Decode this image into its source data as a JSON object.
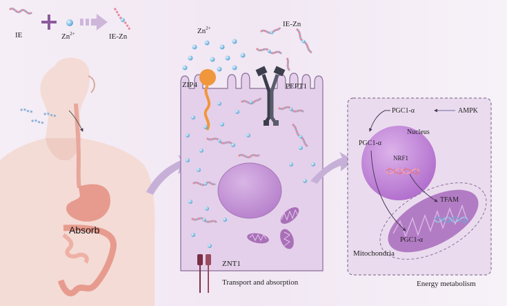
{
  "legend": {
    "ie_label": "IE",
    "zn_label": "Zn",
    "zn_charge": "2+",
    "iezn_label": "IE-Zn"
  },
  "human": {
    "absorb_label": "Absorb"
  },
  "cell": {
    "zn_label": "Zn",
    "zn_charge": "2+",
    "iezn_label": "IE-Zn",
    "zip4_label": "ZIP4",
    "pept1_label": "PEPT1",
    "znt1_label": "ZNT1",
    "caption": "Transport and absorption"
  },
  "energy": {
    "pgc1a_top": "PGC1-α",
    "ampk": "AMPK",
    "nucleus": "Nucleus",
    "pgc1a_nucleus": "PGC1-α",
    "nrf1": "NRF1",
    "tfam": "TFAM",
    "pgc1a_mito": "PGC1-α",
    "mitochondria": "Mitochondria",
    "caption": "Energy metabolism"
  },
  "colors": {
    "bg_left": "#efe4f1",
    "cell_fill": "#e4d0ea",
    "cell_stroke": "#8a6c98",
    "nucleus": "#c89ad8",
    "arrow": "#c7b0d8",
    "zn_ion": "#7fc0e4",
    "ie_pink": "#e48a9a",
    "ie_blue": "#8fb0d8",
    "zip4": "#f0963c",
    "pept1": "#3c3e4c",
    "znt1": "#7a2e44",
    "body": "#f3d8d0",
    "stomach": "#e79b8e"
  }
}
